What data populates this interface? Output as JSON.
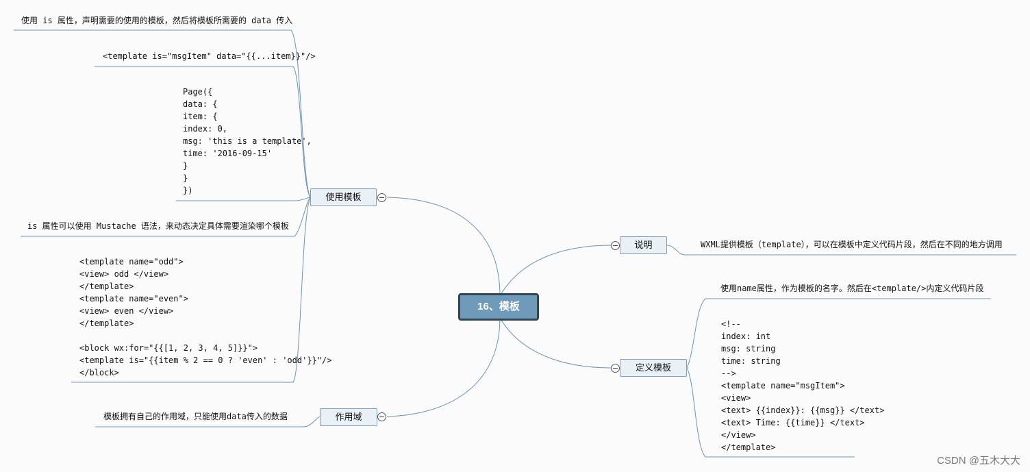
{
  "root": {
    "label": "16、模板"
  },
  "branches": {
    "usage": {
      "label": "使用模板",
      "items": [
        "使用 is 属性，声明需要的使用的模板，然后将模板所需要的 data 传入",
        "<template is=\"msgItem\" data=\"{{...item}}\"/>",
        "Page({\ndata: {\nitem: {\nindex: 0,\nmsg: 'this is a template',\ntime: '2016-09-15'\n}\n}\n})",
        "is 属性可以使用 Mustache 语法，来动态决定具体需要渲染哪个模板",
        "<template name=\"odd\">\n<view> odd </view>\n</template>\n<template name=\"even\">\n<view> even </view>\n</template>\n\n<block wx:for=\"{{[1, 2, 3, 4, 5]}}\">\n<template is=\"{{item % 2 == 0 ? 'even' : 'odd'}}\"/>\n</block>"
      ]
    },
    "scope": {
      "label": "作用域",
      "items": [
        "模板拥有自己的作用域，只能使用data传入的数据"
      ]
    },
    "intro": {
      "label": "说明",
      "items": [
        "WXML提供模板（template），可以在模板中定义代码片段，然后在不同的地方调用"
      ]
    },
    "define": {
      "label": "定义模板",
      "items": [
        "使用name属性，作为模板的名字。然后在<template/>内定义代码片段",
        "<!--\nindex: int\nmsg: string\ntime: string\n-->\n<template name=\"msgItem\">\n<view>\n<text> {{index}}: {{msg}} </text>\n<text> Time: {{time}} </text>\n</view>\n</template>"
      ]
    }
  },
  "watermark": "CSDN @五木大大",
  "colors": {
    "line": "#6c93b3",
    "root_fill": "#6f9ab9",
    "root_border": "#334455",
    "node_fill": "#e9f0f6"
  }
}
